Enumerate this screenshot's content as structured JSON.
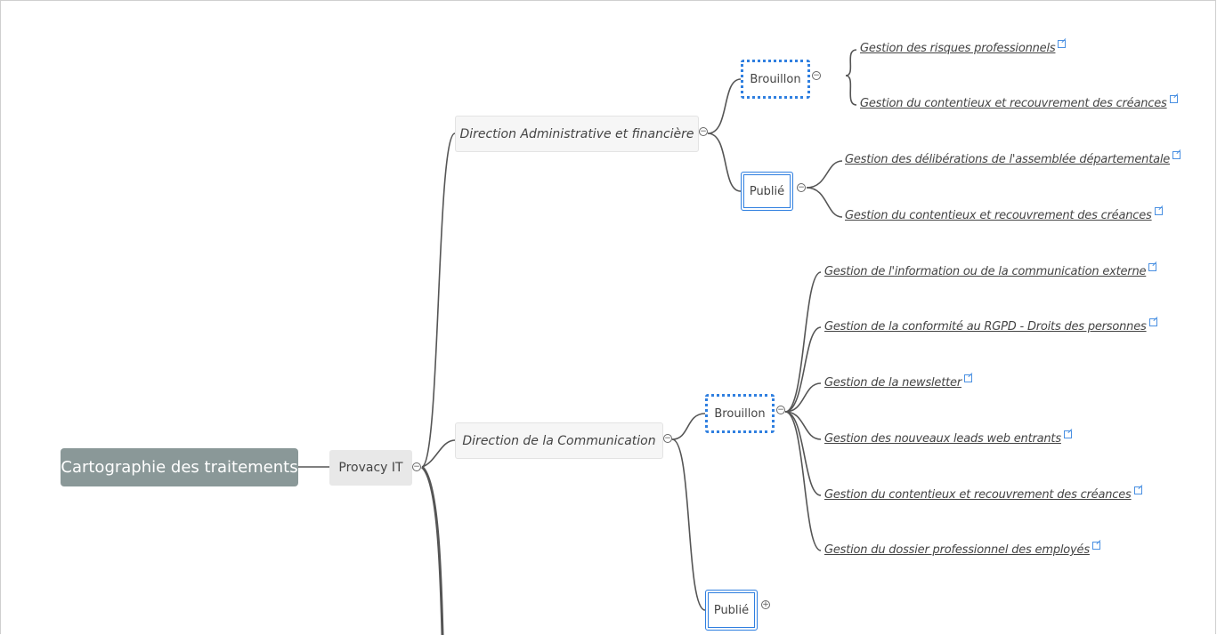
{
  "root": {
    "label": "Cartographie des traitements"
  },
  "org": {
    "label": "Provacy IT"
  },
  "directions": [
    {
      "label": "Direction Administrative et financière",
      "statuses": [
        {
          "label": "Brouillon",
          "kind": "draft",
          "expanded": true,
          "items": [
            "Gestion des risques professionnels",
            "Gestion du contentieux et recouvrement des créances"
          ]
        },
        {
          "label": "Publié",
          "kind": "published",
          "expanded": true,
          "items": [
            "Gestion des délibérations de l'assemblée départementale",
            "Gestion du contentieux et recouvrement des créances"
          ]
        }
      ]
    },
    {
      "label": "Direction de la Communication",
      "statuses": [
        {
          "label": "Brouillon",
          "kind": "draft",
          "expanded": true,
          "items": [
            "Gestion de l'information ou de la communication externe",
            "Gestion de la conformité au RGPD - Droits des personnes",
            "Gestion de la newsletter",
            "Gestion des nouveaux leads web entrants",
            "Gestion du contentieux et recouvrement des créances",
            "Gestion du dossier professionnel des employés"
          ]
        },
        {
          "label": "Publié",
          "kind": "published",
          "expanded": false,
          "items": []
        }
      ]
    }
  ],
  "toggles": {
    "collapse": "−",
    "expand": "+"
  },
  "colors": {
    "root_bg": "#8a9898",
    "link": "#555555",
    "status_border": "#2f7fe0",
    "external_icon": "#4a90e2"
  },
  "icons": {
    "leaf_link": "external-link-icon"
  }
}
